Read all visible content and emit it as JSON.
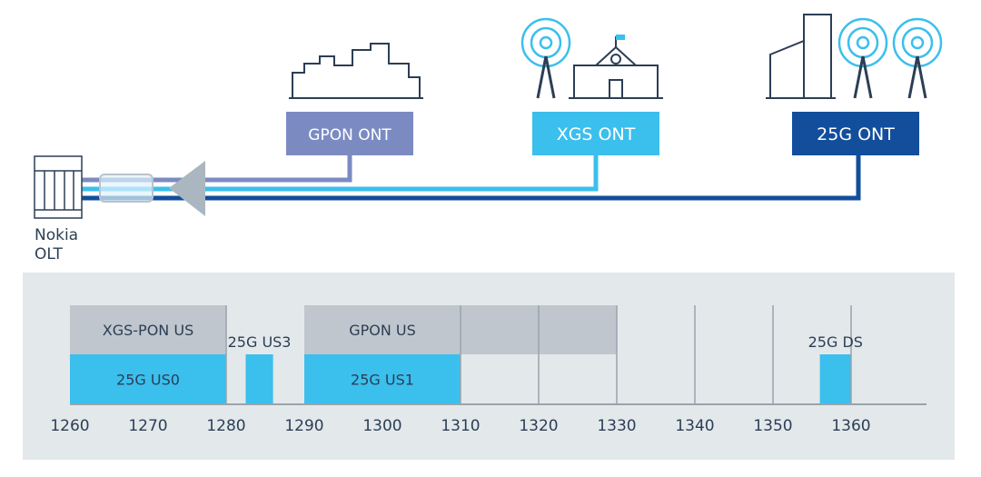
{
  "ont_labels": {
    "gpon": "GPON ONT",
    "xgs": "XGS ONT",
    "g25": "25G ONT"
  },
  "olt_label": [
    "Nokia",
    "OLT"
  ],
  "colors": {
    "gpon": "#7b8bc2",
    "xgs": "#3bbfed",
    "g25": "#124e9c",
    "gray": "#bfc6ce",
    "panel": "#e3e8eb",
    "text": "#2c3e55"
  },
  "chart_data": {
    "type": "spectrum",
    "xlim": [
      1260,
      1370
    ],
    "ticks": [
      1260,
      1270,
      1280,
      1290,
      1300,
      1310,
      1320,
      1330,
      1340,
      1350,
      1360
    ],
    "gridlines": [
      1280,
      1310,
      1320,
      1330,
      1340,
      1350,
      1360
    ],
    "bands": [
      {
        "label": "XGS-PON US",
        "from": 1260,
        "to": 1280,
        "row": "top",
        "color": "gray"
      },
      {
        "label": "25G US0",
        "from": 1260,
        "to": 1280,
        "row": "bottom",
        "color": "xgs"
      },
      {
        "label": "25G US3",
        "from": 1282.5,
        "to": 1286,
        "row": "bottom",
        "color": "xgs",
        "label_above": true
      },
      {
        "label": "GPON US",
        "from": 1290,
        "to": 1310,
        "row": "top",
        "color": "gray"
      },
      {
        "label": "25G US1",
        "from": 1290,
        "to": 1310,
        "row": "bottom",
        "color": "xgs"
      },
      {
        "label": "",
        "from": 1310,
        "to": 1330,
        "row": "top",
        "color": "gray"
      },
      {
        "label": "25G DS",
        "from": 1356,
        "to": 1360,
        "row": "bottom",
        "color": "xgs",
        "label_above": true
      }
    ]
  }
}
